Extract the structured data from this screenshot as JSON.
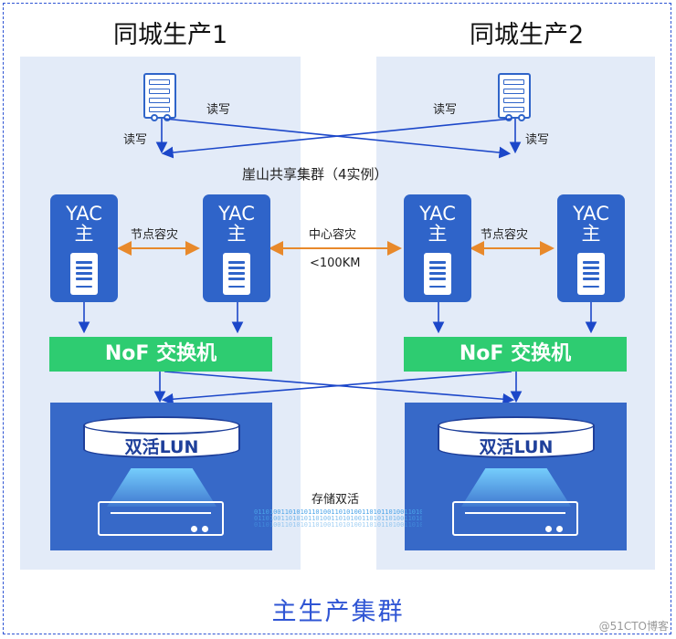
{
  "sites": [
    {
      "title": "同城生产1"
    },
    {
      "title": "同城生产2"
    }
  ],
  "labels": {
    "read_write": "读写",
    "cluster": "崖山共享集群（4实例）",
    "node_dr": "节点容灾",
    "center_dr": "中心容灾",
    "distance": "<100KM",
    "storage_active": "存储双活"
  },
  "yac": {
    "line1": "YAC",
    "line2": "主"
  },
  "switch_label": "NoF 交换机",
  "lun_label": "双活LUN",
  "stream_text": "0110100110101011010011010100110101101001101010011010110100",
  "footer": "主生产集群",
  "watermark": "@51CTO博客",
  "colors": {
    "accent": "#2f55d4",
    "node": "#2f64c9",
    "switch": "#2ecc71",
    "zone": "#e3ebf8",
    "arrow_orange": "#e8892b"
  },
  "icons": [
    "server-rack-icon",
    "storage-device-icon",
    "database-cylinder-icon"
  ]
}
